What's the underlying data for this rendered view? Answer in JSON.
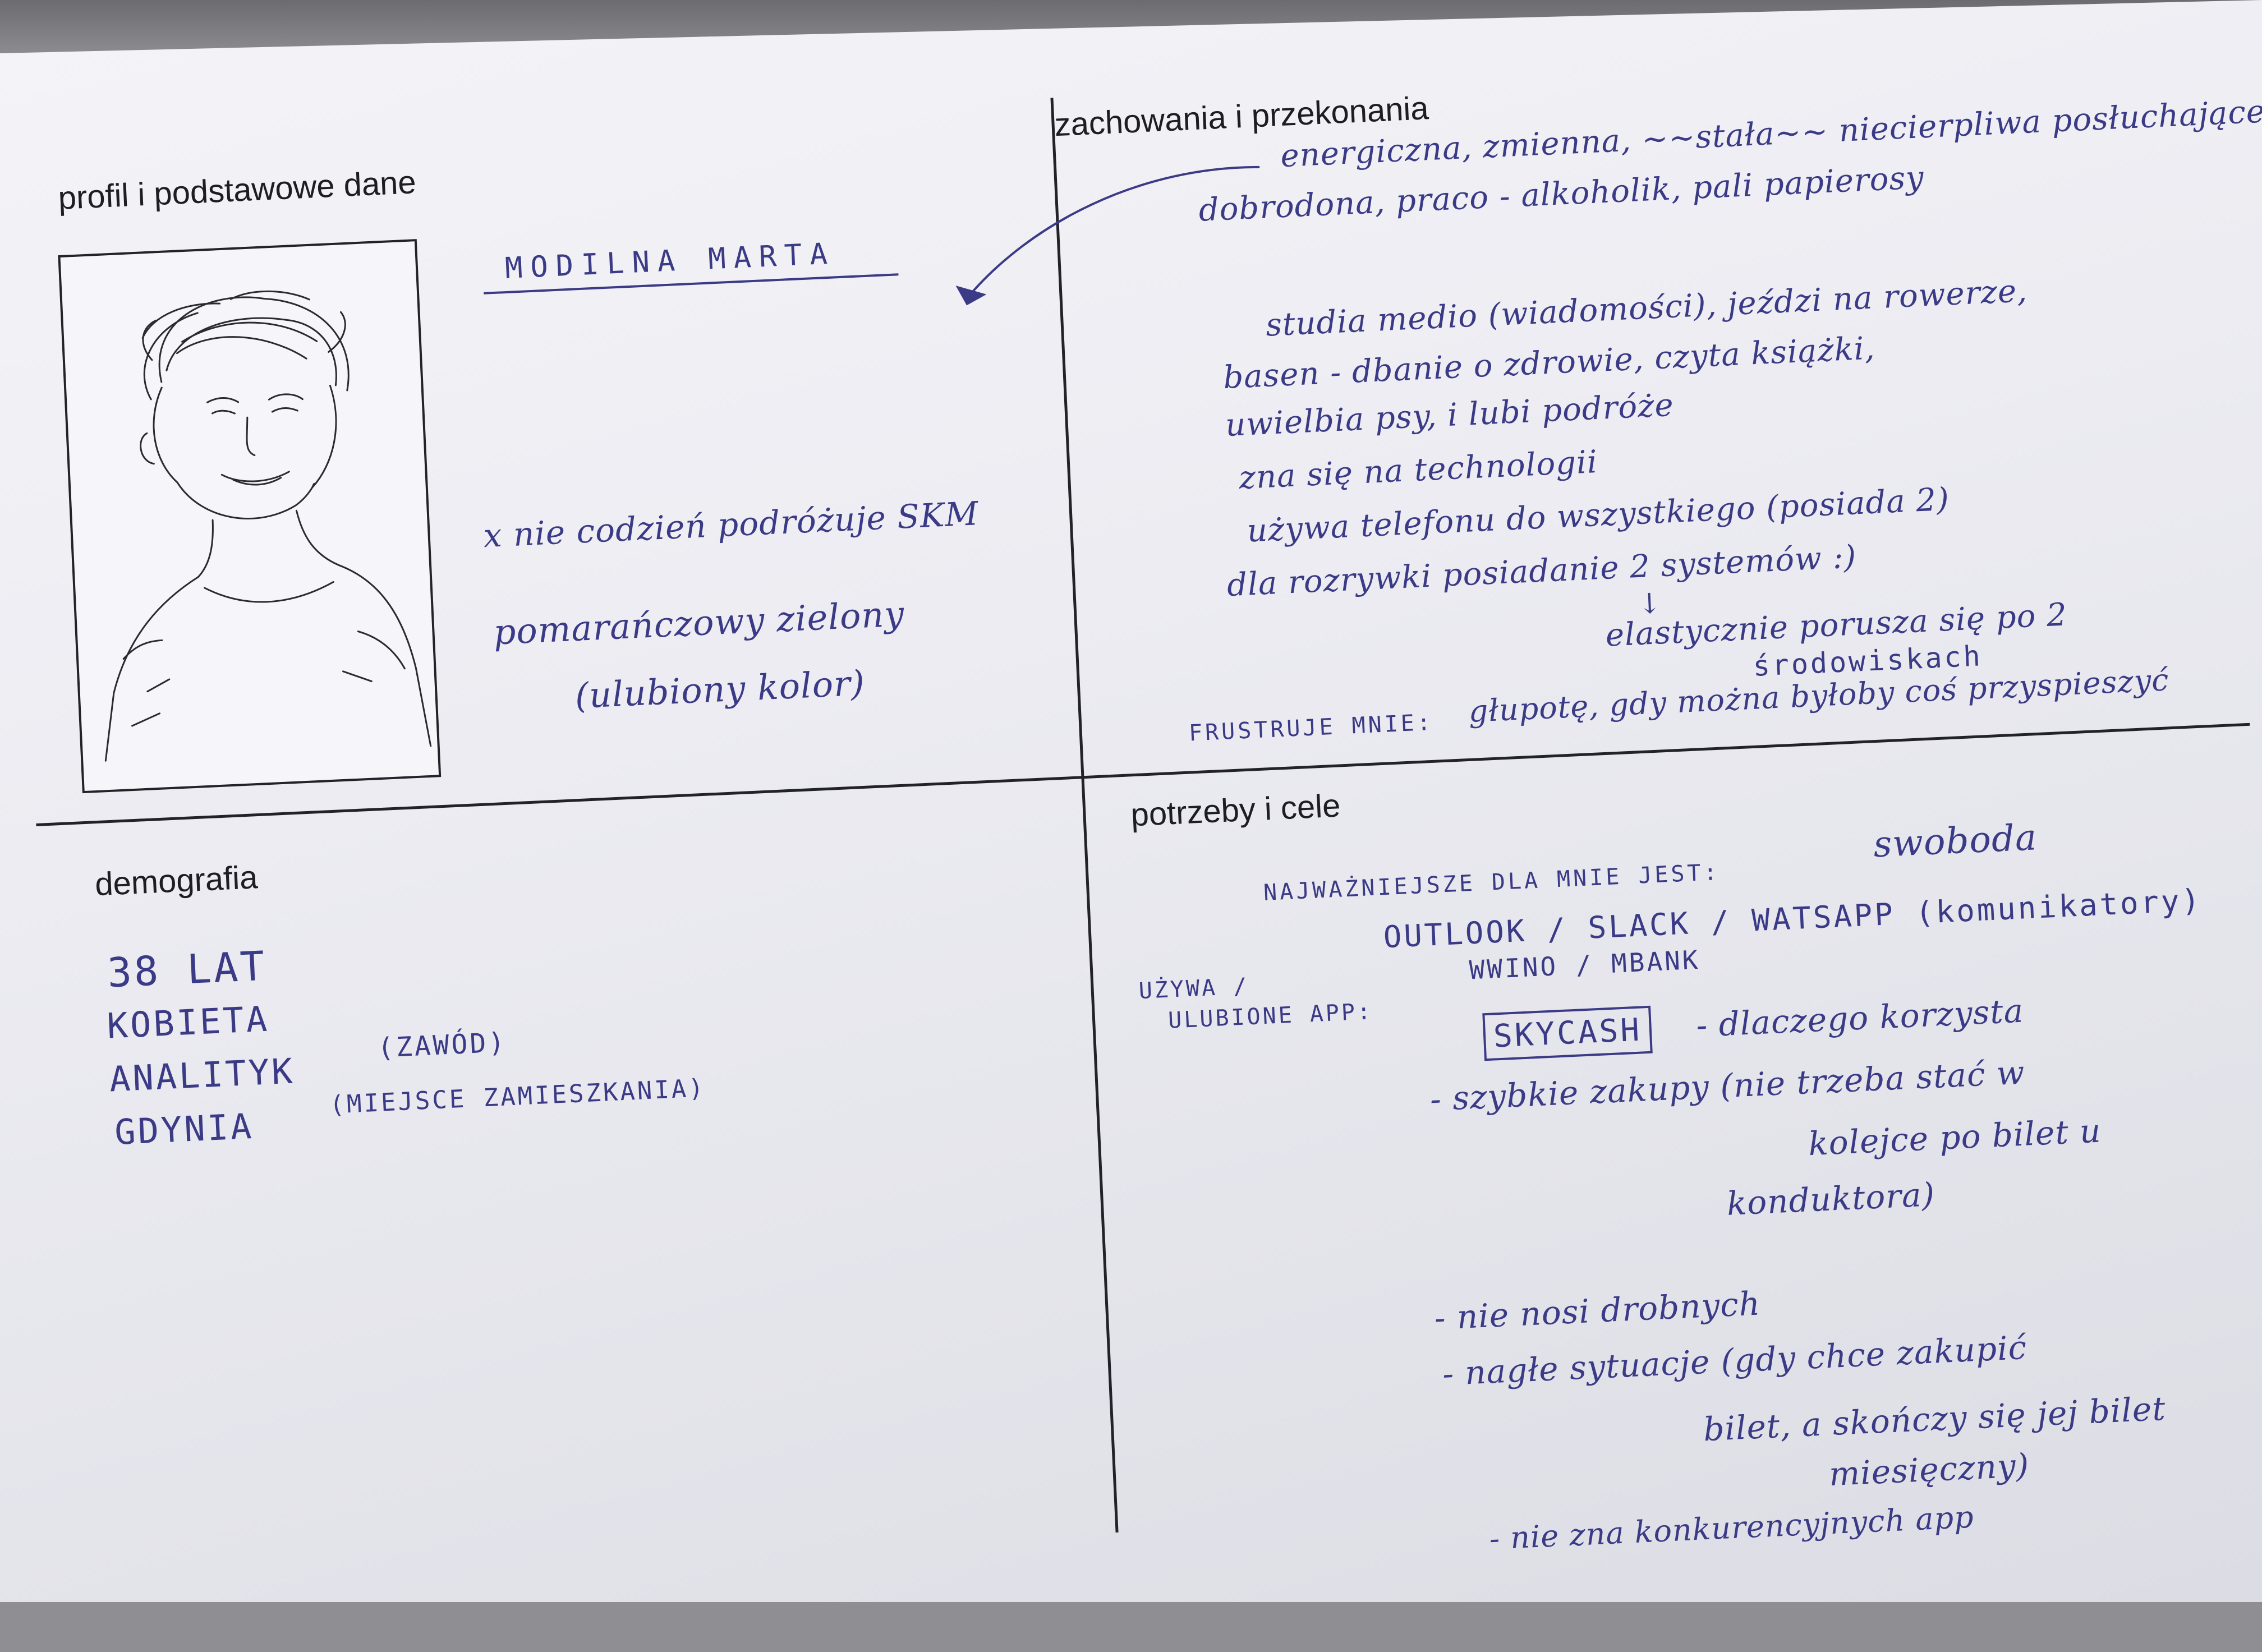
{
  "sections": {
    "profile": {
      "heading": "profil i podstawowe dane",
      "name": "MODILNA MARTA",
      "commute": "x nie codzień podróżuje SKM",
      "color_line1": "pomarańczowy zielony",
      "color_line2": "(ulubiony kolor)"
    },
    "behaviors": {
      "heading": "zachowania i przekonania",
      "lines": [
        "energiczna, zmienna, ~~stała~~ niecierpliwa posłuchające,",
        "dobrodona, praco - alkoholik, pali papierosy",
        "studia medio (wiadomości), jeździ na rowerze,",
        "basen - dbanie o zdrowie, czyta książki,",
        "uwielbia psy, i lubi podróże",
        "zna się na technologii",
        "używa telefonu do wszystkiego (posiada 2)",
        "dla rozrywki posiadanie 2 systemów :)",
        "↓",
        "elastycznie porusza się po 2",
        "środowiskach"
      ],
      "frustration_label": "FRUSTRUJE MNIE:",
      "frustration_text": "głupotę, gdy można byłoby coś przyspieszyć"
    },
    "demographics": {
      "heading": "demografia",
      "age": "38 LAT",
      "gender": "KOBIETA",
      "job": "ANALITYK",
      "job_note": "(ZAWÓD)",
      "city": "GDYNIA",
      "city_note": "(MIEJSCE ZAMIESZKANIA)"
    },
    "needs": {
      "heading": "potrzeby i cele",
      "most_important_label": "NAJWAŻNIEJSZE DLA MNIE JEST:",
      "most_important_value": "swoboda",
      "apps_label_line1": "UŻYWA /",
      "apps_label_line2": "ULUBIONE APP:",
      "apps_line1": "OUTLOOK / SLACK / WATSAPP (komunikatory)",
      "apps_line2": "WWINO / MBANK",
      "skycash": "SKYCASH",
      "skycash_note": "- dlaczego korzysta",
      "reasons": [
        "- szybkie zakupy (nie trzeba stać w",
        "kolejce po bilet u",
        "konduktora)",
        "- nie nosi drobnych",
        "- nagłe sytuacje (gdy chce zakupić",
        "bilet, a skończy się jej bilet",
        "miesięczny)",
        "- nie zna konkurencyjnych app"
      ]
    }
  },
  "colors": {
    "ink": "#3a3a86",
    "print": "#1d1d22",
    "paper": "#f0f0f5"
  }
}
